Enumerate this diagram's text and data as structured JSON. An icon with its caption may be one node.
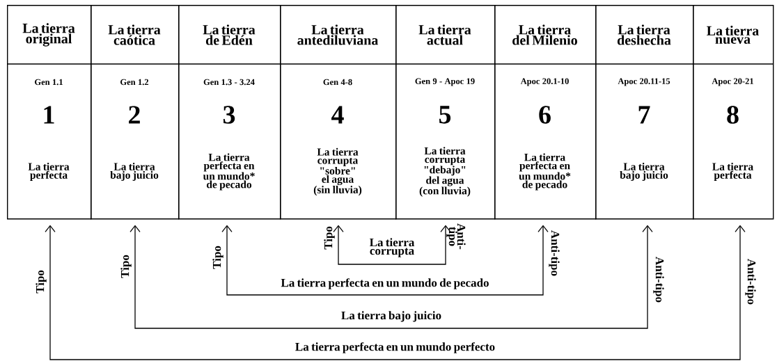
{
  "diagram": {
    "nodes": [
      {
        "text": [
          "La tierra original",
          "Gen 1.1",
          "1",
          "La tierra perfecta"
        ]
      },
      {
        "text": [
          "La tierra caótica",
          "Gen 1.2",
          "2",
          "La tierra bajo juicio"
        ]
      },
      {
        "text": [
          "La tierra de Edén",
          "Gen 1.3 - 3.24",
          "3",
          "La tierra perfecta en un mundo* de pecado"
        ]
      },
      {
        "text": [
          "La tierra antediluviana",
          "Gen 4-8",
          "4",
          "La tierra corrupta \"sobre\" el agua (sin lluvia)"
        ]
      },
      {
        "text": [
          "La tierra actual",
          "Gen 9 - Apoc 19",
          "5",
          "La tierra corrupta \"debajo\" del agua (con lluvia)"
        ]
      },
      {
        "text": [
          "La tierra del Milenio",
          "Apoc 20.1-10",
          "6",
          "La tierra perfecta en un mundo* de pecado"
        ]
      },
      {
        "text": [
          "La tierra deshecha",
          "Apoc 20.11-15",
          "7",
          "La tierra bajo juicio"
        ]
      },
      {
        "text": [
          "La tierra nueva",
          "Apoc 20-21",
          "8",
          "La tierra perfecta"
        ]
      }
    ],
    "edges": [
      {
        "from": 3,
        "to": 4,
        "arrow": "both",
        "label": "La tierra corrupta"
      },
      {
        "from": 2,
        "to": 5,
        "arrow": "both",
        "label": "La tierra perfecta en un mundo de pecado"
      },
      {
        "from": 1,
        "to": 6,
        "arrow": "both",
        "label": "La tierra bajo juicio"
      },
      {
        "from": 0,
        "to": 7,
        "arrow": "both",
        "label": "La tierra perfecta en un mundo perfecto"
      }
    ],
    "labels": [
      "Tipo",
      "Tipo",
      "Tipo",
      "Tipo",
      "Anti- tipo",
      "Anti-tipo",
      "Anti-tipo",
      "Anti-tipo"
    ]
  }
}
